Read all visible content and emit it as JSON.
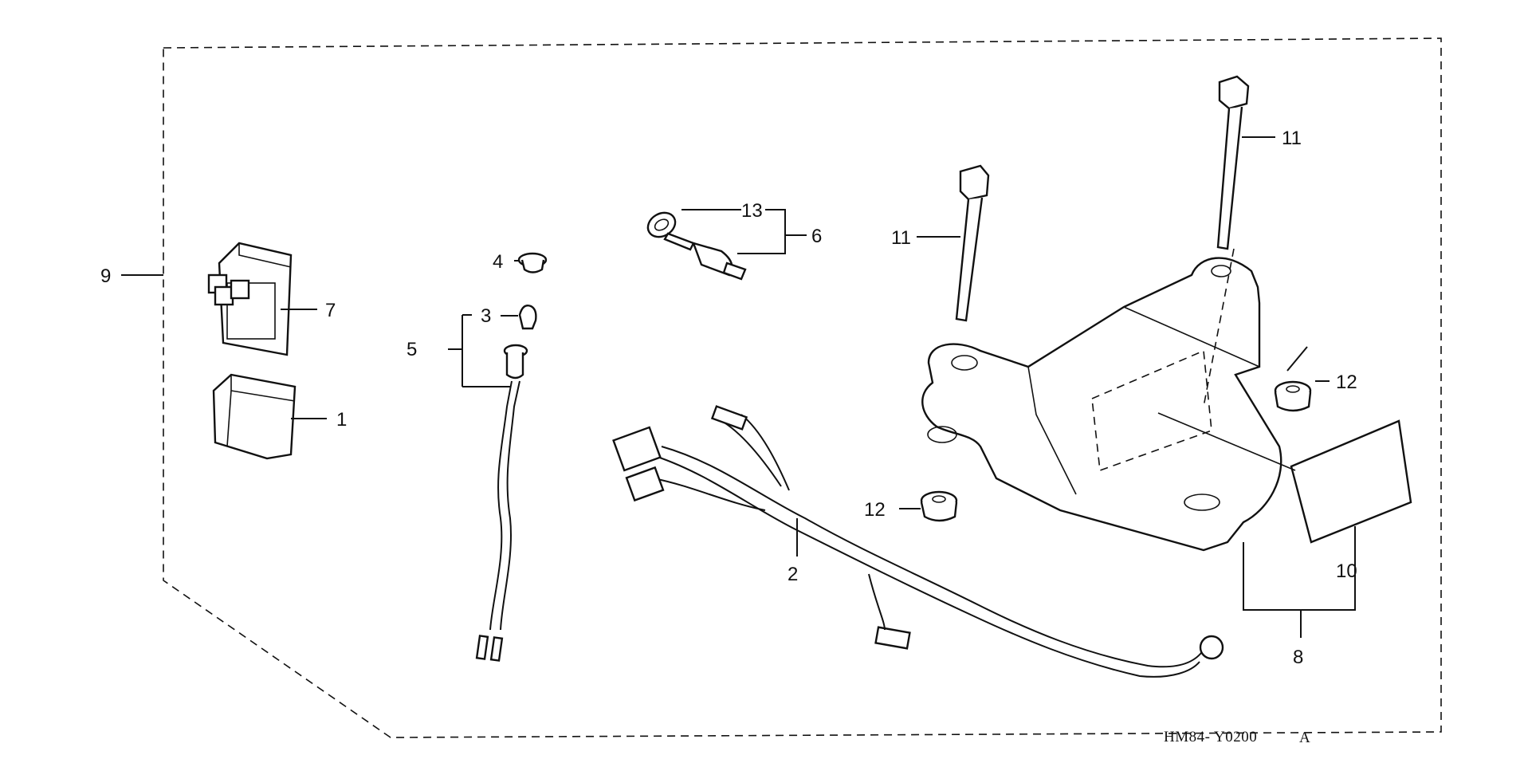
{
  "diagram": {
    "drawing_code": "HM84- Y0200",
    "drawing_suffix": "A",
    "callouts": [
      {
        "id": "c1",
        "label": "1"
      },
      {
        "id": "c2",
        "label": "2"
      },
      {
        "id": "c3",
        "label": "3"
      },
      {
        "id": "c4",
        "label": "4"
      },
      {
        "id": "c5",
        "label": "5"
      },
      {
        "id": "c6",
        "label": "6"
      },
      {
        "id": "c7",
        "label": "7"
      },
      {
        "id": "c8",
        "label": "8"
      },
      {
        "id": "c9",
        "label": "9"
      },
      {
        "id": "c10",
        "label": "10"
      },
      {
        "id": "c11a",
        "label": "11"
      },
      {
        "id": "c11b",
        "label": "11"
      },
      {
        "id": "c12a",
        "label": "12"
      },
      {
        "id": "c12b",
        "label": "12"
      },
      {
        "id": "c13",
        "label": "13"
      }
    ]
  }
}
